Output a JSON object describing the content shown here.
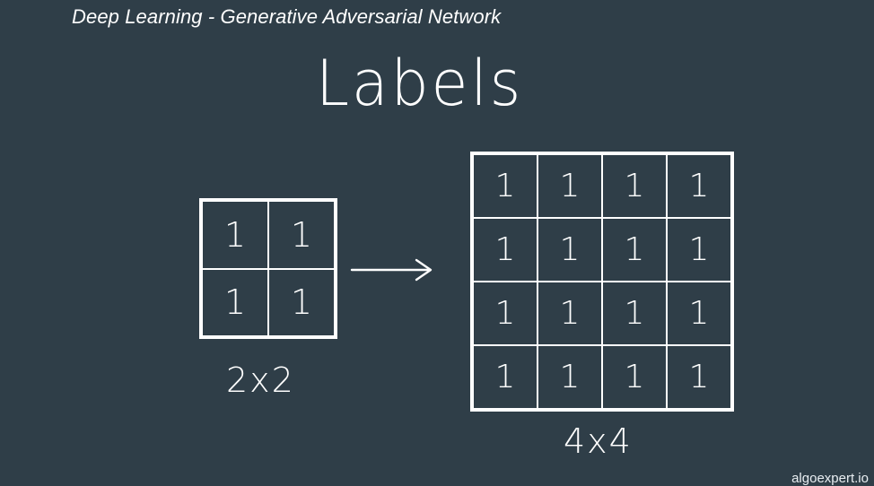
{
  "header": {
    "title": "Deep Learning - Generative Adversarial Network"
  },
  "board": {
    "heading": "Labels",
    "small_grid": {
      "dimension_label": "2x2",
      "cells": [
        "1",
        "1",
        "1",
        "1"
      ]
    },
    "large_grid": {
      "dimension_label": "4x4",
      "cells": [
        "1",
        "1",
        "1",
        "1",
        "1",
        "1",
        "1",
        "1",
        "1",
        "1",
        "1",
        "1",
        "1",
        "1",
        "1",
        "1"
      ]
    }
  },
  "footer": {
    "watermark": "algoexpert.io"
  }
}
